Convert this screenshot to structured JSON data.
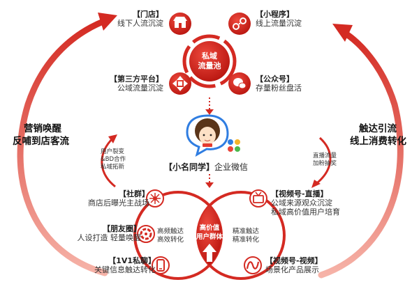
{
  "center": {
    "line1": "私域",
    "line2": "流量池"
  },
  "top_nodes": [
    {
      "title": "【门店】",
      "sub": "线下人流沉淀",
      "icon": "store-icon"
    },
    {
      "title": "【小程序】",
      "sub": "线上流量沉淀",
      "icon": "mini-program-icon"
    },
    {
      "title": "【第三方平台】",
      "sub": "公域流量沉淀",
      "icon": "move-arrows-icon"
    },
    {
      "title": "【公众号】",
      "sub": "存量粉丝盘活",
      "icon": "chat-bubble-icon"
    }
  ],
  "middle": {
    "name_highlight": "【小名同学】",
    "name_rest": "企业微信"
  },
  "left_big": {
    "line1": "营销唤醒",
    "line2": "反哺到店客流"
  },
  "right_big": {
    "line1": "触达引流",
    "line2": "线上消费转化"
  },
  "left_small": {
    "line1": "用户裂变",
    "line2": "&BD合作",
    "line3": "私域拓新"
  },
  "right_small": {
    "line1": "直播流量",
    "line2": "加粉抽奖"
  },
  "bottom_center": {
    "line1": "高价值",
    "line2": "用户群体"
  },
  "bottom_left_inner": {
    "line1": "高频触达",
    "line2": "高效转化"
  },
  "bottom_right_inner": {
    "line1": "精准触达",
    "line2": "精准转化"
  },
  "bottom_left": [
    {
      "title": "【社群】",
      "sub": "商店后曝光主战场",
      "icon": "community-icon"
    },
    {
      "title": "【朋友圈】",
      "sub": "人设打造 轻量唤醒",
      "icon": "moments-icon"
    },
    {
      "title": "【1V1私聊】",
      "sub": "关键信息触达转化",
      "icon": "phone-icon"
    }
  ],
  "bottom_right": [
    {
      "title": "【视频号-直播】",
      "sub1": "公域来源观众沉淀",
      "sub2": "私域高价值用户培育",
      "icon": "live-broadcast-icon"
    },
    {
      "title": "【视频号-视频】",
      "sub1": "场景化产品展示",
      "icon": "video-icon"
    }
  ],
  "colors": {
    "accent": "#d42a22",
    "accent_light": "#f08070"
  }
}
